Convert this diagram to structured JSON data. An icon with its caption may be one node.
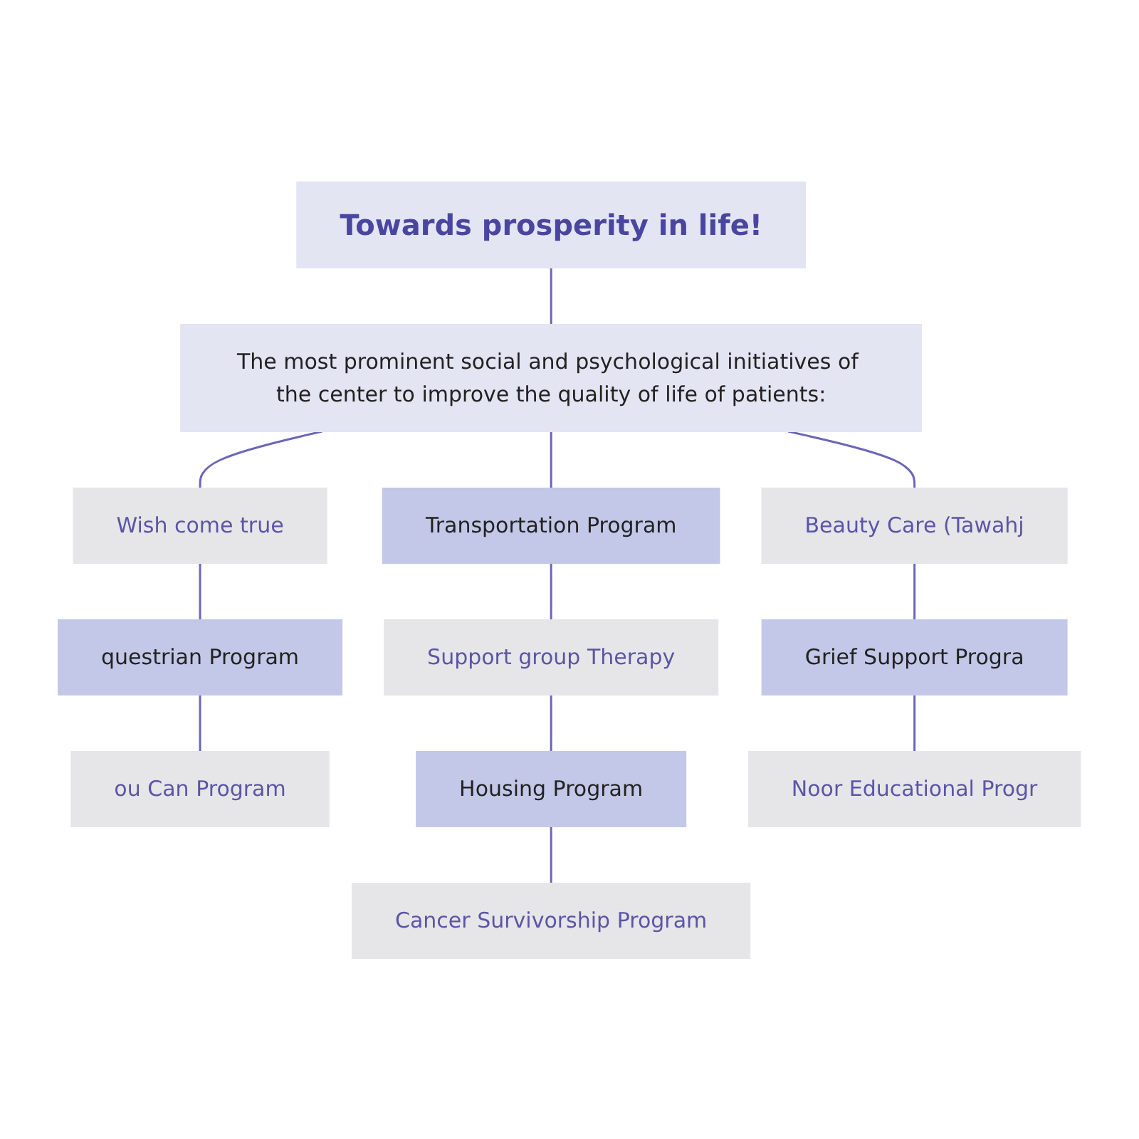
{
  "diagram": {
    "nodes": [
      {
        "text": [
          "Towards prosperity in life!"
        ]
      },
      {
        "text": [
          "The most prominent social and psychological initiatives of the center to improve the quality of life of patients:"
        ]
      },
      {
        "text": [
          "Wish come true"
        ]
      },
      {
        "text": [
          "questrian Program"
        ]
      },
      {
        "text": [
          "ou Can Program"
        ]
      },
      {
        "text": [
          "Transportation Program"
        ]
      },
      {
        "text": [
          "Support group Therapy"
        ]
      },
      {
        "text": [
          "Housing Program"
        ]
      },
      {
        "text": [
          "Cancer Survivorship Program"
        ]
      },
      {
        "text": [
          "Beauty Care (Tawahj"
        ]
      },
      {
        "text": [
          "Grief Support Progra"
        ]
      },
      {
        "text": [
          "Noor Educational Progr"
        ]
      }
    ],
    "edges": [
      {
        "from": 0,
        "to": 1,
        "arrow": "none"
      },
      {
        "from": 1,
        "to": 2,
        "arrow": "none"
      },
      {
        "from": 1,
        "to": 5,
        "arrow": "none"
      },
      {
        "from": 1,
        "to": 9,
        "arrow": "none"
      },
      {
        "from": 2,
        "to": 3,
        "arrow": "none"
      },
      {
        "from": 3,
        "to": 4,
        "arrow": "none"
      },
      {
        "from": 5,
        "to": 6,
        "arrow": "none"
      },
      {
        "from": 6,
        "to": 7,
        "arrow": "none"
      },
      {
        "from": 7,
        "to": 8,
        "arrow": "none"
      },
      {
        "from": 9,
        "to": 10,
        "arrow": "none"
      },
      {
        "from": 10,
        "to": 11,
        "arrow": "none"
      }
    ]
  }
}
